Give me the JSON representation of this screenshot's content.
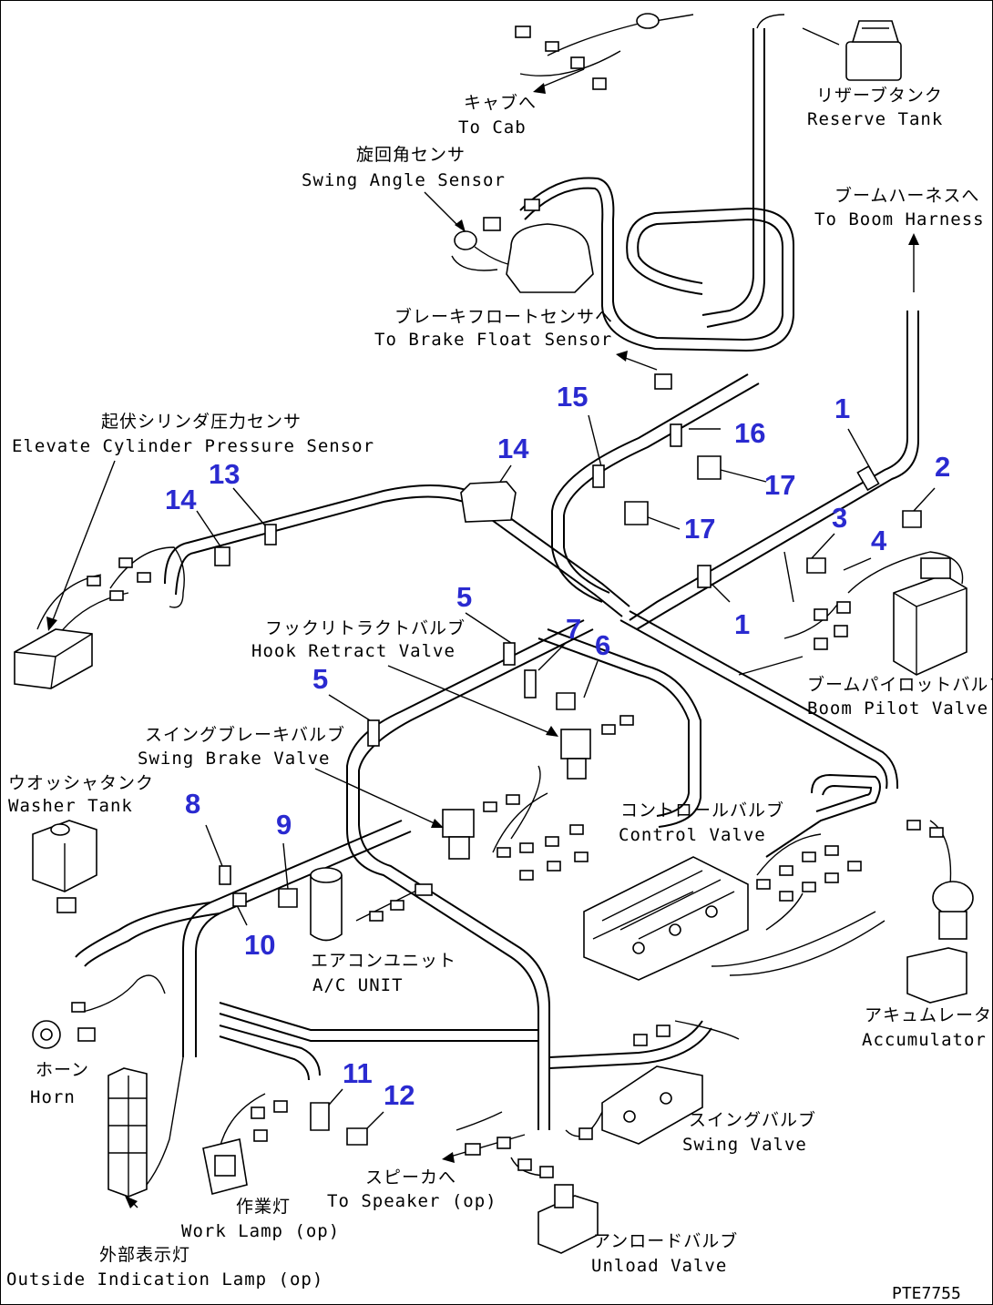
{
  "drawing_code": "PTE7755",
  "labels": {
    "to_cab_jp": "キャブへ",
    "to_cab_en": "To Cab",
    "reserve_tank_jp": "リザーブタンク",
    "reserve_tank_en": "Reserve Tank",
    "swing_angle_jp": "旋回角センサ",
    "swing_angle_en": "Swing Angle Sensor",
    "boom_harness_jp": "ブームハーネスへ",
    "boom_harness_en": "To Boom Harness",
    "brake_float_jp": "ブレーキフロートセンサへ",
    "brake_float_en": "To Brake Float Sensor",
    "elevate_jp": "起伏シリンダ圧力センサ",
    "elevate_en": "Elevate Cylinder Pressure Sensor",
    "hook_retract_jp": "フックリトラクトバルブ",
    "hook_retract_en": "Hook Retract Valve",
    "boom_pilot_jp": "ブームパイロットバルブ",
    "boom_pilot_en": "Boom Pilot Valve",
    "swing_brake_jp": "スイングブレーキバルブ",
    "swing_brake_en": "Swing Brake Valve",
    "washer_jp": "ウオッシャタンク",
    "washer_en": "Washer Tank",
    "control_valve_jp": "コントロールバルブ",
    "control_valve_en": "Control Valve",
    "ac_unit_jp": "エアコンユニット",
    "ac_unit_en": "A/C UNIT",
    "accumulator_jp": "アキュムレータ",
    "accumulator_en": "Accumulator",
    "horn_jp": "ホーン",
    "horn_en": "Horn",
    "swing_valve_jp": "スイングバルブ",
    "swing_valve_en": "Swing Valve",
    "speaker_jp": "スピーカへ",
    "speaker_en": "To Speaker (op)",
    "work_lamp_jp": "作業灯",
    "work_lamp_en": "Work Lamp (op)",
    "unload_jp": "アンロードバルブ",
    "unload_en": "Unload Valve",
    "outside_jp": "外部表示灯",
    "outside_en": "Outside Indication Lamp (op)"
  },
  "callouts": {
    "n1a": "1",
    "n1b": "1",
    "n2": "2",
    "n3": "3",
    "n4": "4",
    "n5a": "5",
    "n5b": "5",
    "n6": "6",
    "n7": "7",
    "n8": "8",
    "n9": "9",
    "n10": "10",
    "n11": "11",
    "n12": "12",
    "n13": "13",
    "n14a": "14",
    "n14b": "14",
    "n15": "15",
    "n16": "16",
    "n17a": "17",
    "n17b": "17"
  },
  "colors": {
    "callout": "#2a2ad0",
    "line": "#000000"
  }
}
